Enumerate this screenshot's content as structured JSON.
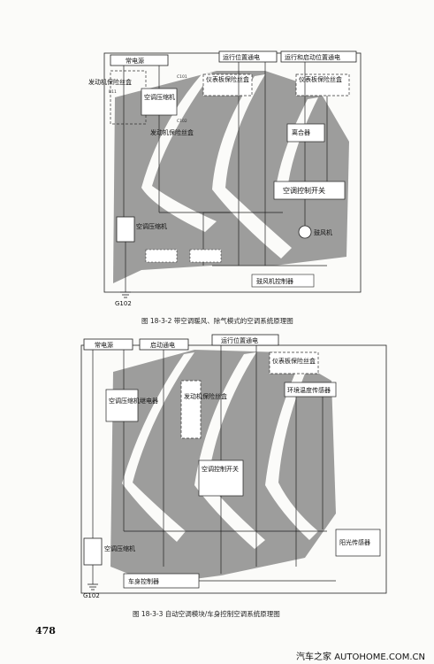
{
  "diagram1": {
    "box_top_left": "常电源",
    "box_top_mid": "运行位置通电",
    "box_top_right": "运行和启动位置通电",
    "fuse_box_left": "仪表板保险丝盒",
    "fuse_box_right": "仪表板保险丝盒",
    "engine_fuse_box": "发动机保险丝盒",
    "relay_left": "发动机保险丝盒",
    "compressor_relay": "空调压缩机",
    "clutch": "离合器",
    "compressor": "空调压缩机",
    "ac_control_switch": "空调控制开关",
    "blower_motor": "鼓风机",
    "wire_label_1": "B11",
    "wire_label_2": "C101",
    "wire_label_3": "C102",
    "ground": "G102",
    "bottom_label": "鼓风机控制器",
    "caption": "图 18-3-2  带空调暖风、除气模式的空调系统原理图"
  },
  "diagram2": {
    "box_top_left": "常电源",
    "box_top_mid": "启动通电",
    "box_top_right": "运行位置通电",
    "fuse_box": "仪表板保险丝盒",
    "engine_fuse_box": "发动机保险丝盒",
    "compressor_relay": "空调压缩机继电器",
    "sensor_box": "环境温度传感器",
    "switch_module": "空调控制开关",
    "compressor": "空调压缩机",
    "module": "车身控制器",
    "sensor_right": "阳光传感器",
    "ground": "G102",
    "caption": "图 18-3-3  自动空调模块/车身控制空调系统原理图"
  },
  "page_number": "478",
  "watermark": "汽车之家  AUTOHOME.COM.CN"
}
